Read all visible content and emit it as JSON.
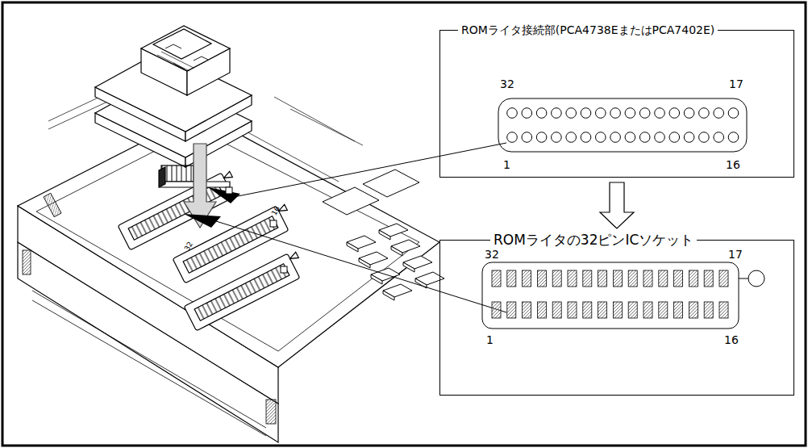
{
  "diagram": {
    "nodes": [
      {
        "text": [
          "ROMライタ接続部(PCA4738EまたはPCA7402E)"
        ]
      },
      {
        "text": [
          "ROMライタの32ピンICソケット"
        ]
      }
    ],
    "edges": [
      {
        "from": 0,
        "to": 1,
        "arrow": "to"
      }
    ],
    "labels": [
      "32",
      "17",
      "1",
      "16",
      "32",
      "17",
      "1",
      "16",
      "32",
      "16"
    ]
  }
}
